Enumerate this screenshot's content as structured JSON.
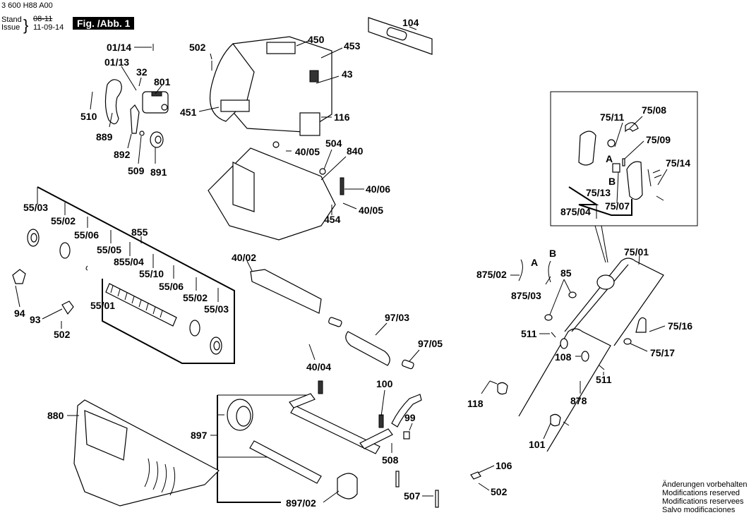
{
  "header": {
    "doc_number": "3 600 H88 A00",
    "stand_label": "Stand",
    "issue_label": "Issue",
    "old_date": "08-11",
    "new_date": "11-09-14",
    "figure_label": "Fig. /Abb. 1"
  },
  "parts": {
    "p01_14": "01/14",
    "p01_13": "01/13",
    "p32": "32",
    "p801": "801",
    "p510": "510",
    "p889": "889",
    "p892": "892",
    "p509": "509",
    "p891": "891",
    "p502_top": "502",
    "p450": "450",
    "p453": "453",
    "p43": "43",
    "p451": "451",
    "p104": "104",
    "p116": "116",
    "p504": "504",
    "p840": "840",
    "p40_05_a": "40/05",
    "p40_06": "40/06",
    "p40_05_b": "40/05",
    "p454": "454",
    "p55_03_a": "55/03",
    "p55_02_a": "55/02",
    "p55_06_a": "55/06",
    "p855": "855",
    "p55_05": "55/05",
    "p855_04": "855/04",
    "p55_10": "55/10",
    "p55_06_b": "55/06",
    "p55_02_b": "55/02",
    "p55_03_b": "55/03",
    "p55_01": "55/01",
    "p94": "94",
    "p93": "93",
    "p502_left": "502",
    "p40_02": "40/02",
    "p97_03": "97/03",
    "p97_05": "97/05",
    "p40_04": "40/04",
    "p100": "100",
    "p99": "99",
    "p508": "508",
    "p507": "507",
    "p880": "880",
    "p897": "897",
    "p897_02": "897/02",
    "p75_11": "75/11",
    "p75_08": "75/08",
    "p75_09": "75/09",
    "p75_14": "75/14",
    "pA_box": "A",
    "pB_box": "B",
    "p75_13": "75/13",
    "p75_07": "75/07",
    "p875_04": "875/04",
    "p75_01": "75/01",
    "p875_02": "875/02",
    "pA": "A",
    "pB": "B",
    "p875_03": "875/03",
    "p85": "85",
    "p511_a": "511",
    "p108": "108",
    "p75_16": "75/16",
    "p75_17": "75/17",
    "p511_b": "511",
    "p118": "118",
    "p878": "878",
    "p101": "101",
    "p106": "106",
    "p502_bottom": "502"
  },
  "notes": [
    "Änderungen vorbehalten",
    "Modifications reserved",
    "Modifications reservees",
    "Salvo modificaciones"
  ]
}
